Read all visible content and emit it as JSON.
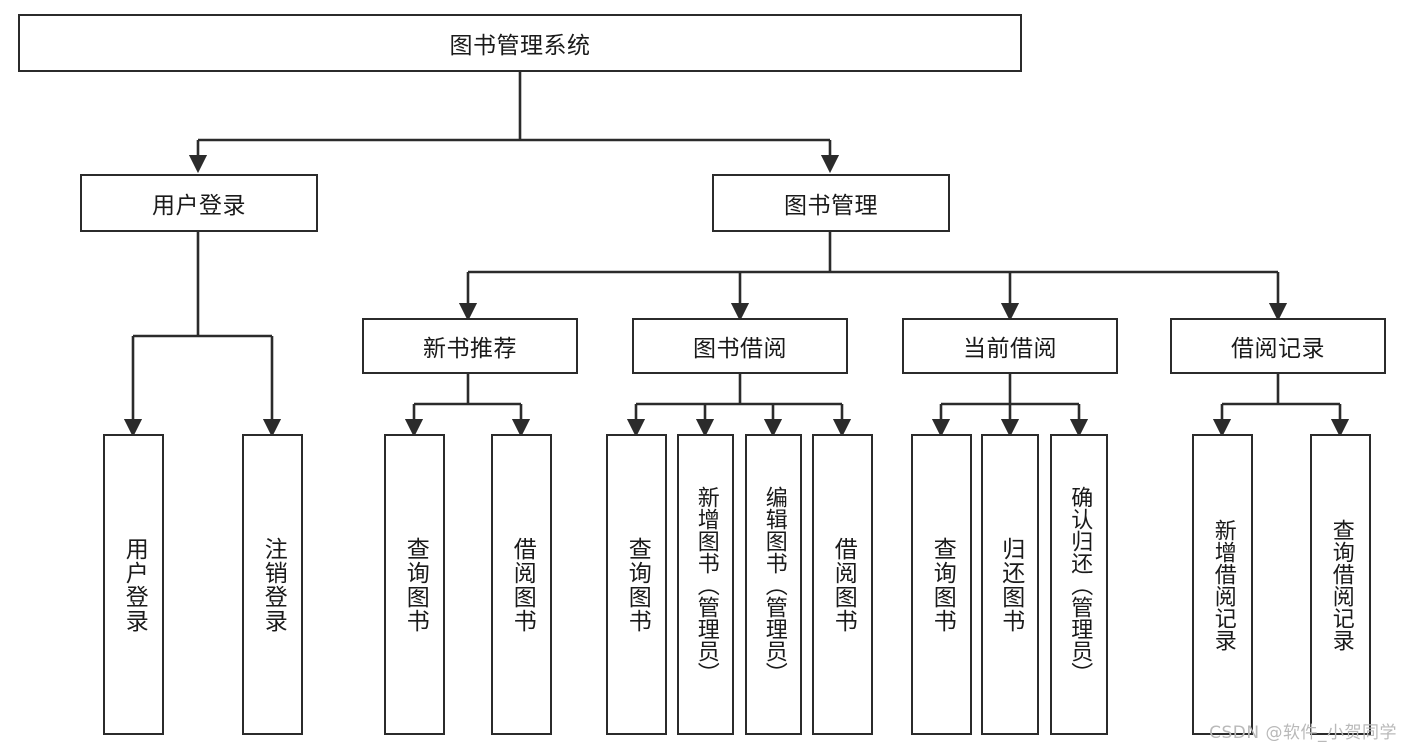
{
  "diagram": {
    "title": "图书管理系统",
    "watermark": "CSDN @软件_小贺同学",
    "line_color": "#2b2b2b",
    "box_fill": "#ffffff",
    "text_color": "#1a1a1a",
    "nodes": {
      "root": "图书管理系统",
      "level2": [
        "用户登录",
        "图书管理"
      ],
      "level3": [
        "新书推荐",
        "图书借阅",
        "当前借阅",
        "借阅记录"
      ],
      "login_children": [
        "用户登录",
        "注销登录"
      ],
      "recommend_children": [
        "查询图书",
        "借阅图书"
      ],
      "borrow_children": [
        "查询图书",
        "新增图书（管理员）",
        "编辑图书（管理员）",
        "借阅图书"
      ],
      "current_children": [
        "查询图书",
        "归还图书",
        "确认归还（管理员）"
      ],
      "record_children": [
        "新增借阅记录",
        "查询借阅记录"
      ]
    }
  }
}
